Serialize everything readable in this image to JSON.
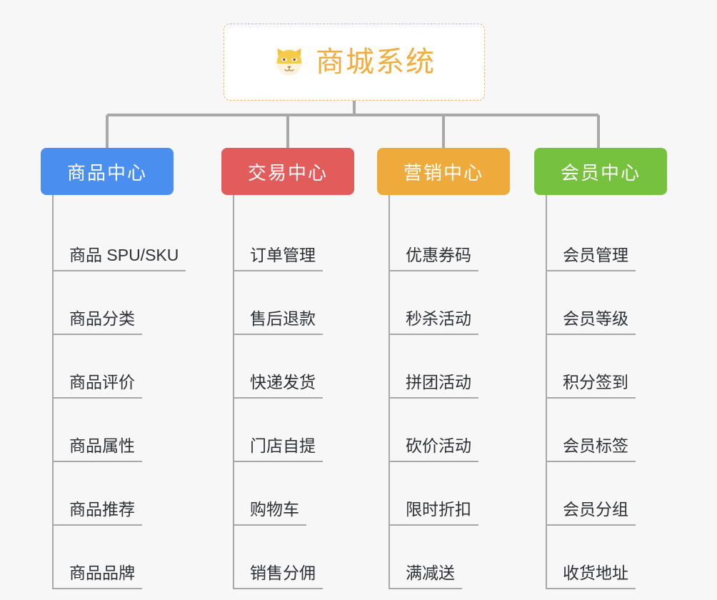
{
  "canvas": {
    "background_color": "#f7f7f7",
    "line_color": "#a8a8a8"
  },
  "root": {
    "title": "商城系统",
    "icon": "shiba-dog-icon",
    "text_color": "#f0ad3e",
    "border_color": "#e8b961",
    "background_color": "#ffffff"
  },
  "branches": [
    {
      "label": "商品中心",
      "color": "#4a8ff0",
      "items": [
        "商品 SPU/SKU",
        "商品分类",
        "商品评价",
        "商品属性",
        "商品推荐",
        "商品品牌"
      ]
    },
    {
      "label": "交易中心",
      "color": "#e25c5c",
      "items": [
        "订单管理",
        "售后退款",
        "快递发货",
        "门店自提",
        "购物车",
        "销售分佣"
      ]
    },
    {
      "label": "营销中心",
      "color": "#eeab3c",
      "items": [
        "优惠券码",
        "秒杀活动",
        "拼团活动",
        "砍价活动",
        "限时折扣",
        "满减送"
      ]
    },
    {
      "label": "会员中心",
      "color": "#76c13e",
      "items": [
        "会员管理",
        "会员等级",
        "积分签到",
        "会员标签",
        "会员分组",
        "收货地址"
      ]
    }
  ]
}
